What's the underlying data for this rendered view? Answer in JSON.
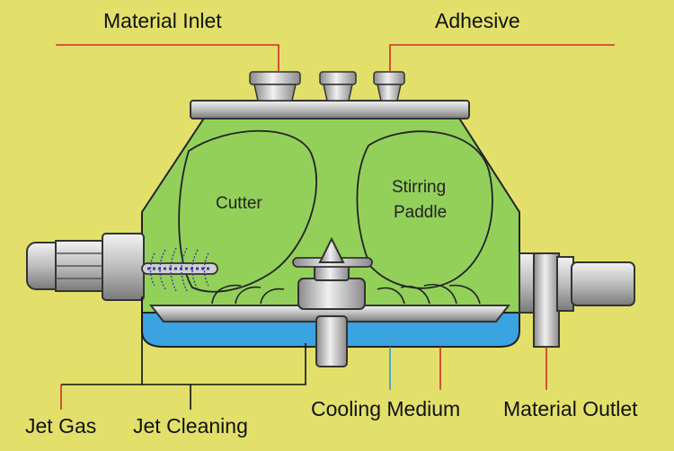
{
  "labels": {
    "material_inlet": "Material Inlet",
    "adhesive": "Adhesive",
    "cutter": "Cutter",
    "stirring_paddle_line1": "Stirring",
    "stirring_paddle_line2": "Paddle",
    "jet_gas": "Jet Gas",
    "jet_cleaning": "Jet Cleaning",
    "cooling_medium": "Cooling Medium",
    "material_outlet": "Material Outlet"
  },
  "colors": {
    "background": "#e2e06a",
    "vessel_fill": "#93d05a",
    "cooling_jacket": "#3aa3e0",
    "metal": "#b8b8b8",
    "leader_red": "#d42a2a",
    "leader_blue": "#2a9ad8",
    "leader_black": "#111111"
  }
}
